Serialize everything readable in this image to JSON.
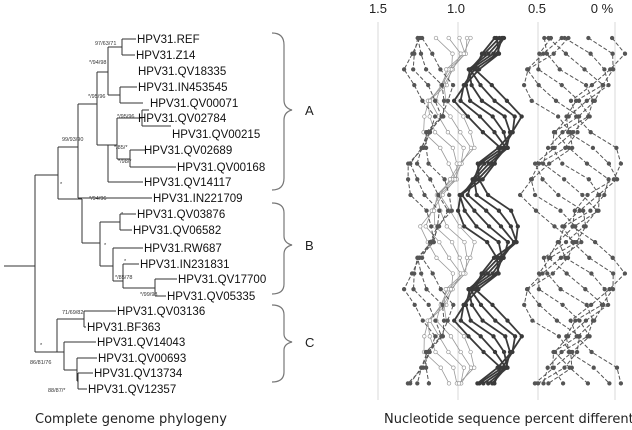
{
  "tree": {
    "taxa": [
      "HPV31.REF",
      "HPV31.Z14",
      "HPV31.QV18335",
      "HPV31.IN453545",
      "HPV31.QV00071",
      "HPV31.QV02784",
      "HPV31.QV00215",
      "HPV31.QV02689",
      "HPV31.QV00168",
      "HPV31.QV14117",
      "HPV31.IN221709",
      "HPV31.QV03876",
      "HPV31.QV06582",
      "HPV31.RW687",
      "HPV31.IN231831",
      "HPV31.QV17700",
      "HPV31.QV05335",
      "HPV31.QV03136",
      "HPV31.BF363",
      "HPV31.QV14043",
      "HPV31.QV00693",
      "HPV31.QV13734",
      "HPV31.QV12357"
    ],
    "supports": [
      "97/63/71",
      "*/94/98",
      "*/95/96",
      "*/95/96",
      "*/85/*",
      "*/98/*",
      "99/93/90",
      "*",
      "*/94/96",
      "*",
      "*",
      "*/85/78",
      "*/99/98",
      "*",
      "71/69/82",
      "*",
      "86/81/76",
      "88/87/*"
    ],
    "clades": [
      "A",
      "B",
      "C"
    ],
    "caption": "Complete genome phylogeny"
  },
  "plot": {
    "ticks": [
      "1.5",
      "1.0",
      "0.5",
      "0 %"
    ],
    "caption": "Nucleotide sequence percent different"
  },
  "colors": {
    "line_dark": "#3a3a3a",
    "line_mid": "#555555",
    "line_light": "#999999"
  }
}
